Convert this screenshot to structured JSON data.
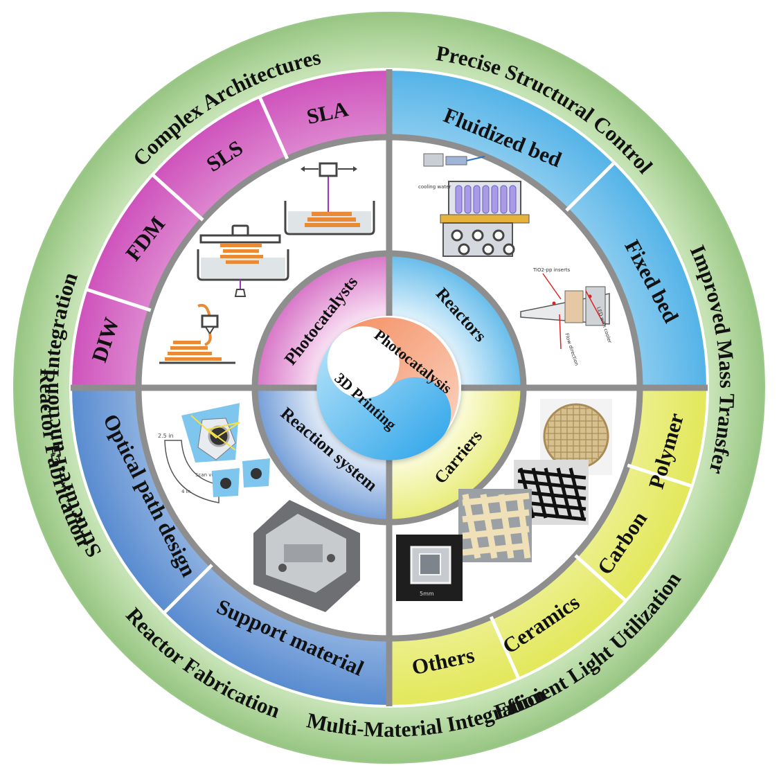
{
  "core": {
    "top_label": "Photocatalysis",
    "bottom_label": "3D Printing"
  },
  "inner_ring": [
    {
      "label": "Photocatalysts"
    },
    {
      "label": "Reactors"
    },
    {
      "label": "Carriers"
    },
    {
      "label": "Reaction system"
    }
  ],
  "outer_segments": {
    "printing_methods": [
      "DIW",
      "FDM",
      "SLS",
      "SLA"
    ],
    "reactor_types": [
      "Fluidized bed",
      "Fixed bed"
    ],
    "carrier_materials": [
      "Polymer",
      "Carbon",
      "Ceramics",
      "Others"
    ],
    "system_design": [
      "Support material",
      "Optical path design"
    ]
  },
  "outer_ring_labels": [
    "Complex Architectures",
    "Precise Structural Control",
    "Improved Mass Transfer",
    "Efficient Light Utilization",
    "Multi-Material Integration",
    "Reactor Fabrication",
    "Reactor Fabrication",
    "Structure-Function Integration"
  ],
  "figure_annotations": {
    "reactor_schematic": [
      "cooling water",
      "TiO2-pp inserts",
      "LED with cooler",
      "Flow direction"
    ],
    "optical_schematic": [
      "2.5 in",
      "Scan view",
      "4 in"
    ],
    "carrier_photo": [
      "5mm"
    ]
  },
  "colors": {
    "outer_ring": "#a9cf94",
    "magenta": "#d35fc0",
    "sky": "#5fb8e8",
    "yellow": "#e6ea6a",
    "blue": "#5d8fd2",
    "core_orange": "#ef9a70",
    "core_blue": "#37a9ea",
    "divider": "#8f8f8f",
    "print_orange": "#e98a36"
  }
}
